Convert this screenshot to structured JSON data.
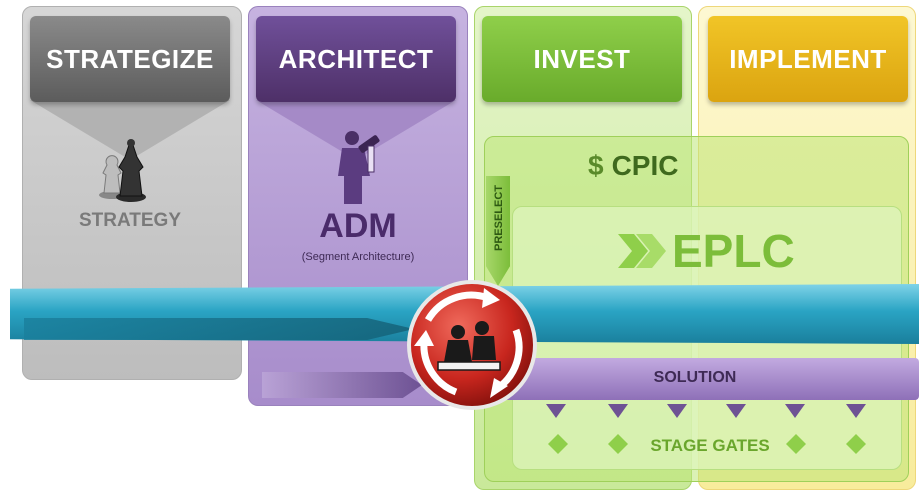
{
  "columns": {
    "strategize": {
      "title": "STRATEGIZE",
      "content": "STRATEGY"
    },
    "architect": {
      "title": "ARCHITECT",
      "content": "ADM",
      "sub": "(Segment Architecture)"
    },
    "invest": {
      "title": "INVEST"
    },
    "implement": {
      "title": "IMPLEMENT"
    }
  },
  "cpic": {
    "icon": "$",
    "label": "CPIC"
  },
  "preselect": {
    "label": "PRESELECT"
  },
  "eplc": {
    "label": "EPLC",
    "icon": "chevrons-icon"
  },
  "solution": {
    "label": "SOLUTION"
  },
  "stage_gates": {
    "label": "STAGE GATES"
  },
  "colors": {
    "gray": "#c8c8c8",
    "gray_header": "#6e6e6e",
    "purple": "#b9a2d6",
    "purple_header": "#5e3f7c",
    "green": "#cdeaa0",
    "green_header": "#7cbd3a",
    "yellow": "#fbf2b0",
    "yellow_header": "#e7b416",
    "timeline": "#2aa4c4"
  }
}
